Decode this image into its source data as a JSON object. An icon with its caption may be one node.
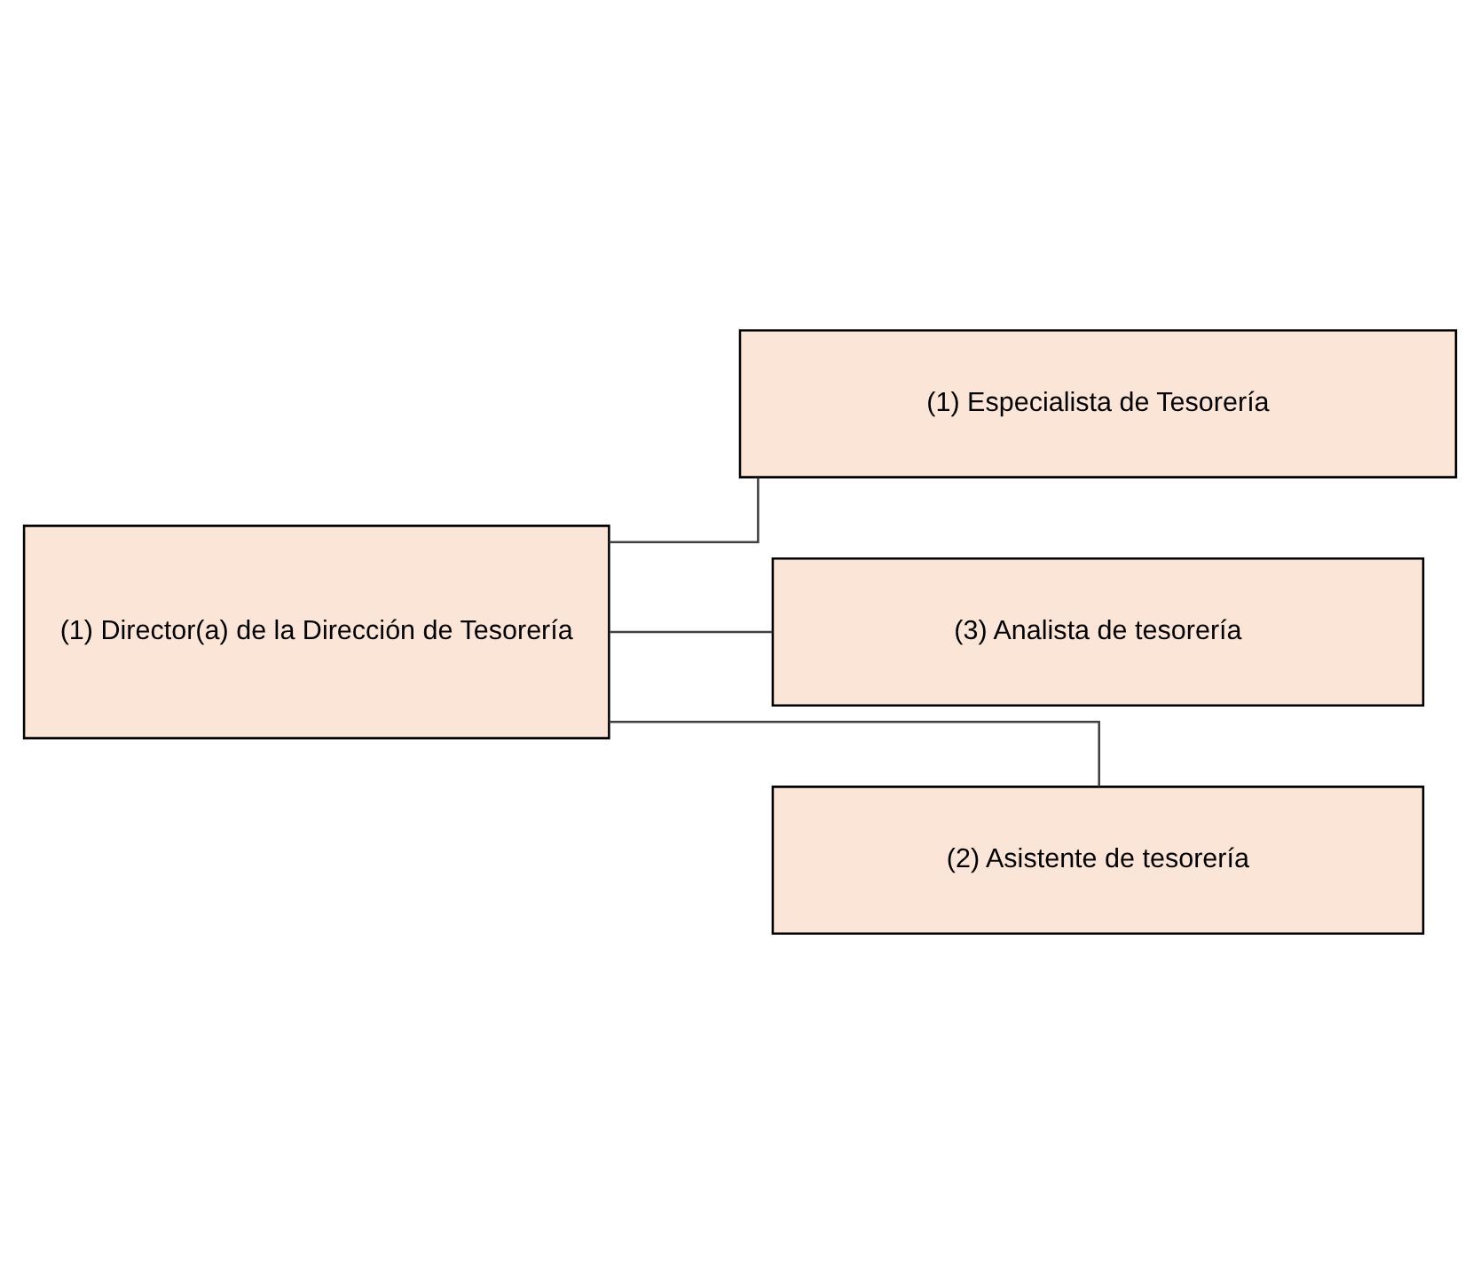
{
  "diagram": {
    "nodes": [
      {
        "text": [
          "(1) Director(a) de la Dirección de Tesorería"
        ]
      },
      {
        "text": [
          "(1) Especialista de Tesorería"
        ]
      },
      {
        "text": [
          "(3) Analista de tesorería"
        ]
      },
      {
        "text": [
          "(2) Asistente de tesorería"
        ]
      }
    ],
    "edges": [
      {
        "from": 0,
        "to": 1,
        "arrow": "none"
      },
      {
        "from": 0,
        "to": 2,
        "arrow": "none"
      },
      {
        "from": 0,
        "to": 3,
        "arrow": "none"
      }
    ]
  }
}
